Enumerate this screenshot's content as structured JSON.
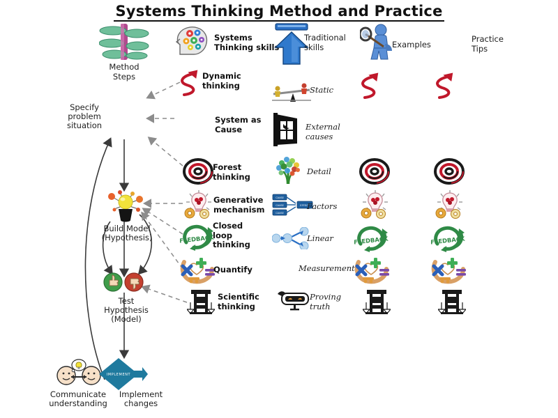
{
  "title": "Systems Thinking Method and Practice",
  "columns": {
    "method": {
      "label": "Method\nSteps",
      "icon": "spiral-stairs-icon"
    },
    "systems": {
      "label": "Systems\nThinking skills",
      "icon": "head-with-gears-icon"
    },
    "traditional": {
      "label": "Traditional\nskills",
      "icon": "blue-up-arrow-icon"
    },
    "examples": {
      "label": "Examples",
      "icon": "figure-with-magnifier-icon"
    },
    "practice": {
      "label": "Practice\nTips",
      "icon": "none"
    }
  },
  "method_steps": [
    {
      "id": "specify",
      "label": "Specify\nproblem\nsituation",
      "icon": "none"
    },
    {
      "id": "build-model",
      "label": "Build Model\n(Hypothesis)",
      "icon": "atom-lamp-icon"
    },
    {
      "id": "test-hypothesis",
      "label": "Test\nHypothesis\n(Model)",
      "icon": "thumbs-up-down-icon"
    },
    {
      "id": "communicate",
      "label": "Communicate\nunderstanding",
      "icon": "two-faces-idea-icon"
    },
    {
      "id": "implement",
      "label": "Implement\nchanges",
      "icon": "implement-diamond-icon",
      "badge": "IMPLEMENT"
    }
  ],
  "rows": [
    {
      "id": "dynamic",
      "systems_skill": "Dynamic\nthinking",
      "systems_icon": "red-squiggle-arrow-icon",
      "traditional_skill": "Static",
      "traditional_icon": "seesaw-icon",
      "example_icon": "red-squiggle-arrow-icon",
      "practice_icon": "red-squiggle-arrow-icon"
    },
    {
      "id": "system-as-cause",
      "systems_skill": "System as\nCause",
      "systems_icon": "none",
      "traditional_skill": "External\ncauses",
      "traditional_icon": "broken-window-icon",
      "example_icon": "none",
      "practice_icon": "none"
    },
    {
      "id": "forest",
      "systems_skill": "Forest\nthinking",
      "systems_icon": "spiral-target-icon",
      "traditional_skill": "Detail",
      "traditional_icon": "colorful-tree-icon",
      "example_icon": "spiral-target-icon",
      "practice_icon": "spiral-target-icon"
    },
    {
      "id": "generative",
      "systems_skill": "Generative\nmechanism",
      "systems_icon": "lightbulb-gears-icon",
      "traditional_skill": "Factors",
      "traditional_icon": "cause-effect-boxes-icon",
      "example_icon": "lightbulb-gears-icon",
      "practice_icon": "lightbulb-gears-icon"
    },
    {
      "id": "closed-loop",
      "systems_skill": "Closed\nloop\nthinking",
      "systems_icon": "feedback-loop-icon",
      "traditional_skill": "Linear",
      "traditional_icon": "linear-nodes-icon",
      "example_icon": "feedback-loop-icon",
      "practice_icon": "feedback-loop-icon"
    },
    {
      "id": "quantify",
      "systems_skill": "Quantify",
      "systems_icon": "math-symbols-icon",
      "traditional_skill": "Measurement",
      "traditional_icon": "none",
      "example_icon": "math-symbols-icon",
      "practice_icon": "math-symbols-icon"
    },
    {
      "id": "scientific",
      "systems_skill": "Scientific\nthinking",
      "systems_icon": "balance-scale-icon",
      "traditional_skill": "Proving\ntruth",
      "traditional_icon": "rearview-mirror-icon",
      "example_icon": "balance-scale-icon",
      "practice_icon": "balance-scale-icon"
    }
  ],
  "colors": {
    "title_text": "#111111",
    "red_arrow": "#c0182b",
    "blue_arrow": "#2a6fc4",
    "teal_diamond": "#1f7a9e",
    "feedback_green": "#2f8a46",
    "dashed_gray": "#8c8c8c",
    "flow_black": "#3a3a3a",
    "lamp_yellow": "#f2e23a"
  }
}
